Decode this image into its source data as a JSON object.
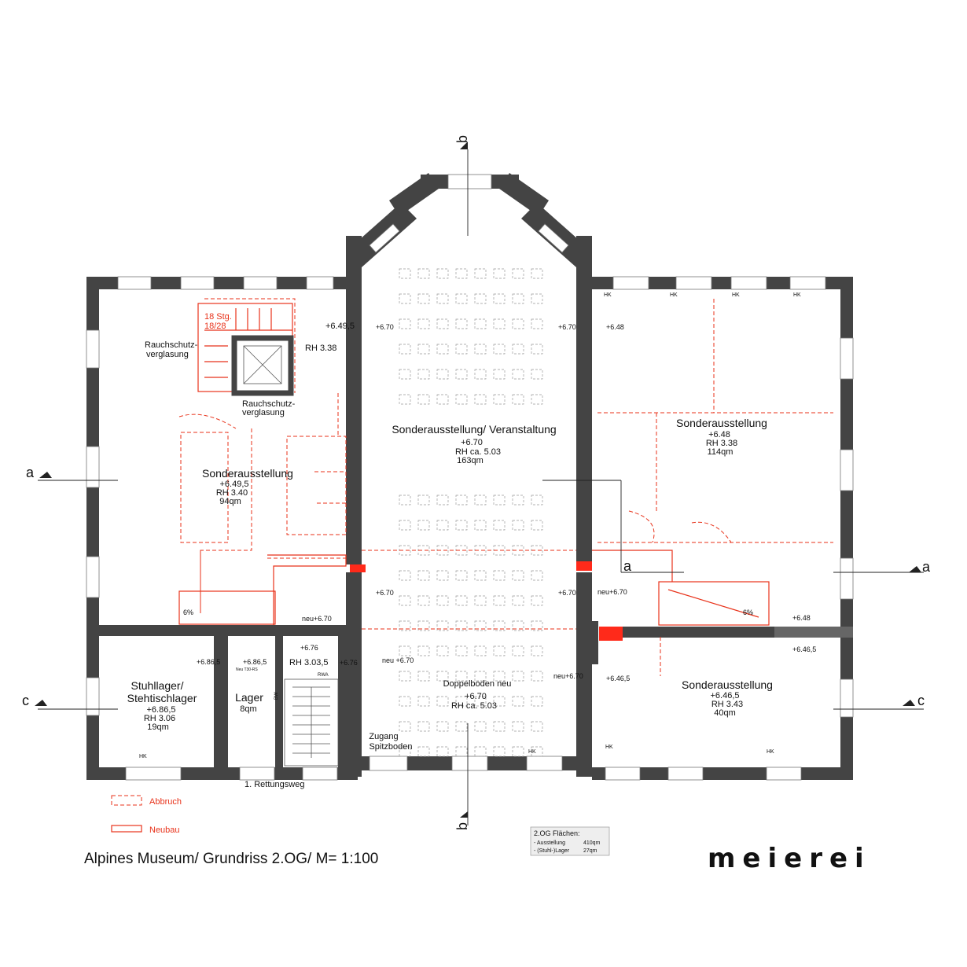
{
  "title": "Alpines Museum/ Grundriss 2.OG/ M= 1:100",
  "logo": "meierei",
  "legend": {
    "abbruch": "Abbruch",
    "neubau": "Neubau"
  },
  "areas": {
    "heading": "2.OG Flächen:",
    "rows": [
      {
        "label": "- Ausstellung",
        "value": "410qm"
      },
      {
        "label": "- (Stuhl-)Lager",
        "value": "27qm"
      }
    ]
  },
  "sections": {
    "a": "a",
    "b": "b",
    "c": "c"
  },
  "colors": {
    "wall": "#444444",
    "demolition": "#e8321a",
    "new_construction": "#e8321a",
    "new_wall_fill": "#ff2a1a"
  },
  "rooms": {
    "west": {
      "name": "Sonderausstellung",
      "level": "+6.49,5",
      "rh": "RH 3.40",
      "area": "94qm"
    },
    "hall": {
      "name": "Sonderausstellung/ Veranstaltung",
      "level": "+6.70",
      "rh": "RH ca. 5.03",
      "area": "163qm"
    },
    "east": {
      "name": "Sonderausstellung",
      "level": "+6.48",
      "rh": "RH 3.38",
      "area": "114qm"
    },
    "southeast": {
      "name": "Sonderausstellung",
      "level": "+6.46,5",
      "rh": "RH 3.43",
      "area": "40qm"
    },
    "stuhllager": {
      "name1": "Stuhllager/",
      "name2": "Stehtischlager",
      "level": "+6.86,5",
      "rh": "RH 3.06",
      "area": "19qm"
    },
    "lager": {
      "name": "Lager",
      "area": "8qm"
    },
    "doppelboden": {
      "name": "Doppelboden neu",
      "level": "+6.70",
      "rh": "RH ca. 5.03"
    },
    "zugang": {
      "line1": "Zugang",
      "line2": "Spitzboden"
    }
  },
  "annotations": {
    "stairs": "18 Stg.",
    "stairs_ratio": "18/28",
    "smoke1a": "Rauchschutz-",
    "smoke1b": "verglasung",
    "smoke2a": "Rauchschutz-",
    "smoke2b": "verglasung",
    "rh338": "RH 3.38",
    "lvl6495": "+6.49,5",
    "lvl670_a": "+6.70",
    "lvl670_b": "+6.70",
    "lvl648_a": "+6.48",
    "lvl670_c": "+6.70",
    "lvl670_d": "+6.70",
    "neu670_a": "neu+6.70",
    "neu670_b": "neu+6.70",
    "neu670_c": "neu +6.70",
    "neu670_d": "neu+6.70",
    "lvl648_b": "+6.48",
    "lvl6465_a": "+6.46,5",
    "lvl6465_b": "+6.46,5",
    "lvl676_a": "+6.76",
    "lvl676_b": "+6.76",
    "rh3035": "RH 3.03,5",
    "lvl6865_b": "+6.86,5",
    "lvl6865_c": "+6.86,5",
    "pct_w": "6%",
    "pct_e": "6%",
    "rettungsweg": "1. Rettungsweg",
    "bw": "BW",
    "rwa": "RWA",
    "hk": "HK",
    "neu_t30": "Neu T30-RS"
  }
}
